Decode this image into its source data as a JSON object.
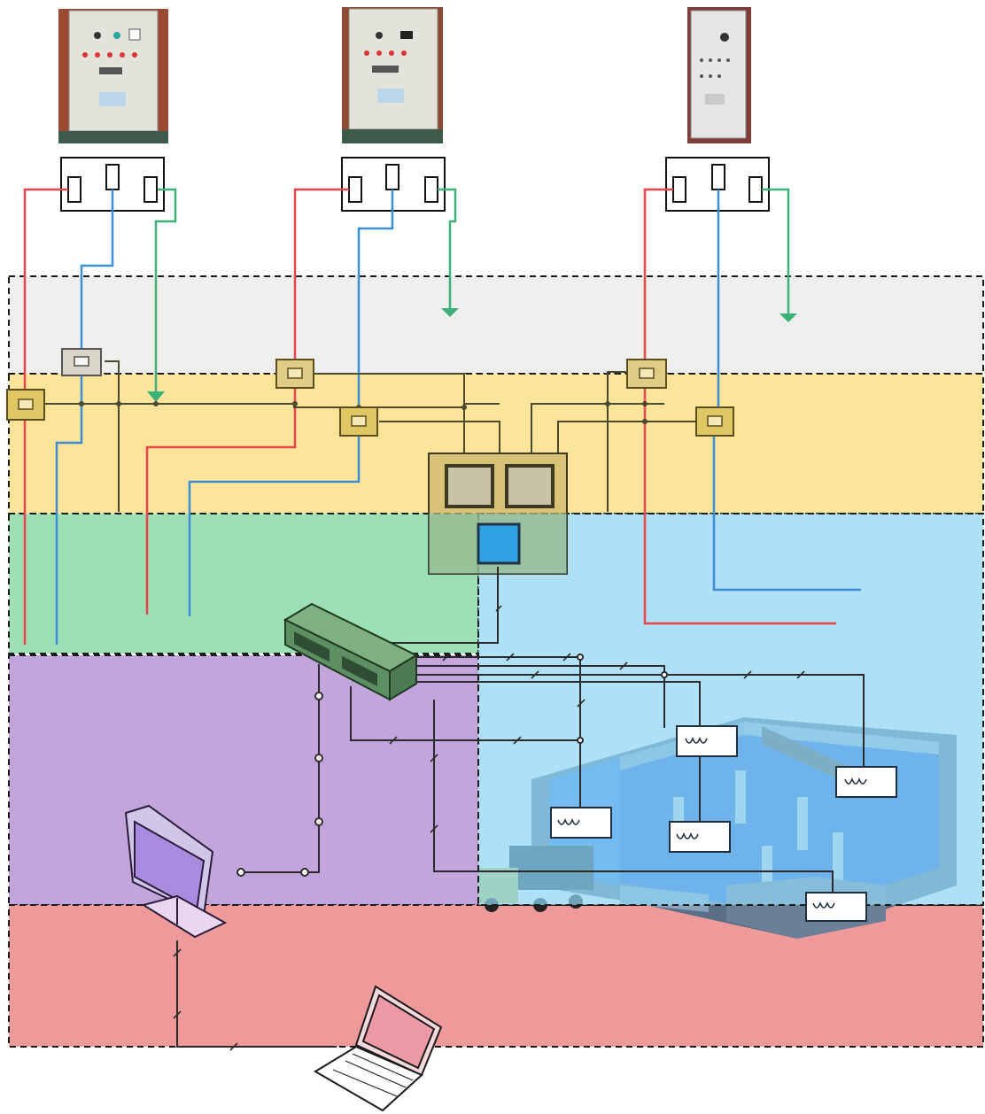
{
  "colors": {
    "power_line": "#e8454d",
    "signal_line": "#3c8fd6",
    "ground_line": "#3fb07a",
    "network_line": "#2b2b2b",
    "zone_field": "#efefef",
    "zone_control": "#fde49b",
    "zone_supervision": "#9de0b5",
    "zone_site": "#9bd8f2",
    "zone_operator": "#c2a6db",
    "zone_remote": "#ee9a9a"
  },
  "zones": [
    {
      "id": "field-zone",
      "fill": "zone_field"
    },
    {
      "id": "control-zone",
      "fill": "zone_control"
    },
    {
      "id": "supervision-zone",
      "fill": "zone_supervision"
    },
    {
      "id": "site-zone",
      "fill": "zone_site"
    },
    {
      "id": "operator-zone",
      "fill": "zone_operator"
    },
    {
      "id": "remote-zone",
      "fill": "zone_remote"
    }
  ],
  "devices": {
    "control_cabinets": 3,
    "terminal_blocks": 3,
    "field_modules": 6,
    "controller_screens": 2,
    "hmi_panel": 1,
    "network_switch": 1,
    "heater_units": 5,
    "desktop_monitor": 1,
    "laptop": 1,
    "plant_model": 1
  },
  "icons": [
    "control-cabinet-icon",
    "terminal-block-icon",
    "io-module-icon",
    "network-switch-icon",
    "heater-icon",
    "monitor-icon",
    "laptop-icon",
    "plant-model-icon",
    "ground-icon"
  ]
}
